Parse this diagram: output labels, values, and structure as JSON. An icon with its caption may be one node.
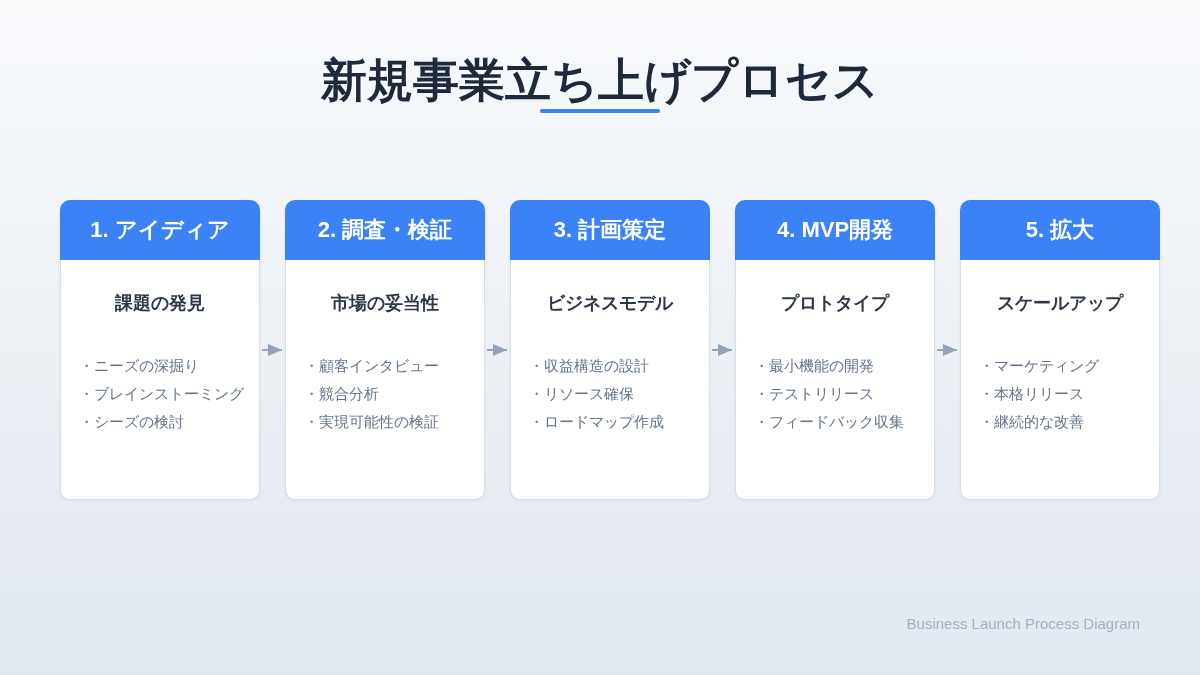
{
  "diagram": {
    "title": "新規事業立ち上げプロセス",
    "nodes": [
      {
        "text": [
          "1. アイディア",
          "課題の発見",
          "・ニーズの深掘り",
          "・ブレインストーミング",
          "・シーズの検討"
        ]
      },
      {
        "text": [
          "2. 調査・検証",
          "市場の妥当性",
          "・顧客インタビュー",
          "・競合分析",
          "・実現可能性の検証"
        ]
      },
      {
        "text": [
          "3. 計画策定",
          "ビジネスモデル",
          "・収益構造の設計",
          "・リソース確保",
          "・ロードマップ作成"
        ]
      },
      {
        "text": [
          "4. MVP開発",
          "プロトタイプ",
          "・最小機能の開発",
          "・テストリリース",
          "・フィードバック収集"
        ]
      },
      {
        "text": [
          "5. 拡大",
          "スケールアップ",
          "・マーケティング",
          "・本格リリース",
          "・継続的な改善"
        ]
      }
    ],
    "edges": [
      {
        "from": 0,
        "to": 1,
        "arrow": "to"
      },
      {
        "from": 1,
        "to": 2,
        "arrow": "to"
      },
      {
        "from": 2,
        "to": 3,
        "arrow": "to"
      },
      {
        "from": 3,
        "to": 4,
        "arrow": "to"
      }
    ],
    "caption": "Business Launch Process Diagram"
  }
}
